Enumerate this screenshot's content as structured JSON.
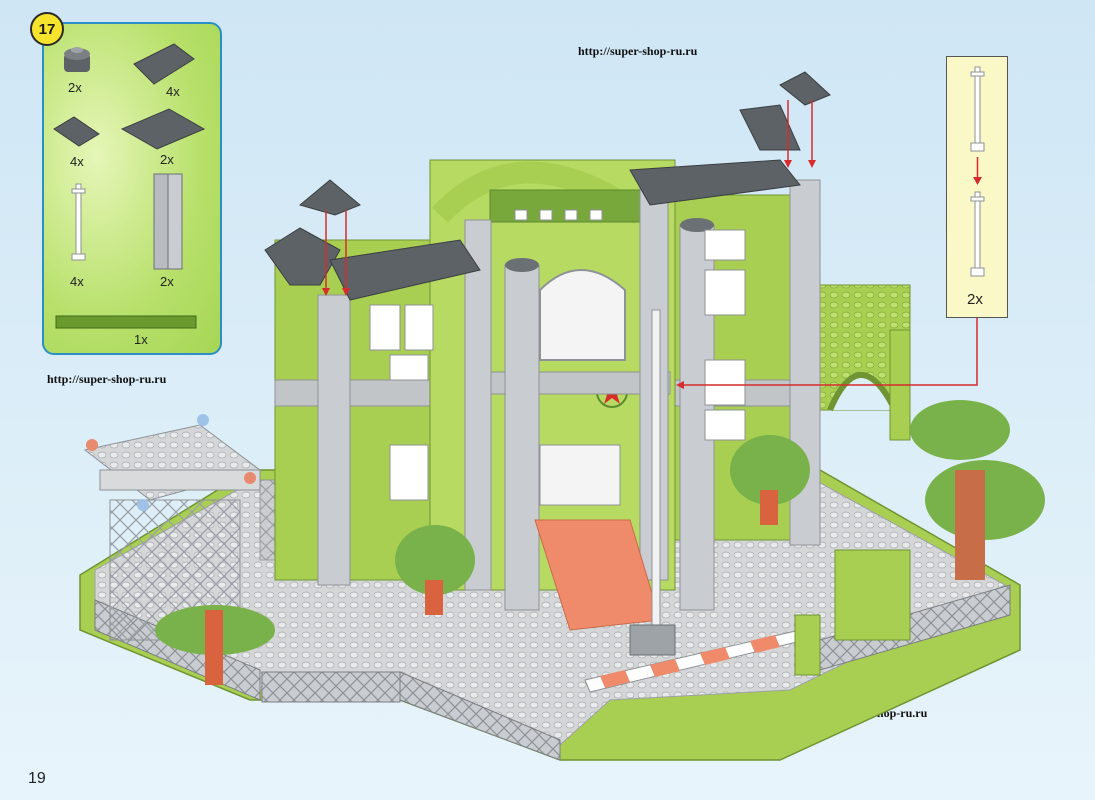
{
  "step": {
    "number": "17"
  },
  "parts": [
    {
      "name": "round-brick-icon",
      "qty": "2x"
    },
    {
      "name": "slope-brick-large-icon",
      "qty": "4x"
    },
    {
      "name": "slope-brick-small-icon",
      "qty": "4x"
    },
    {
      "name": "slope-brick-long-icon",
      "qty": "2x"
    },
    {
      "name": "pole-icon",
      "qty": "4x"
    },
    {
      "name": "column-brick-icon",
      "qty": "2x"
    },
    {
      "name": "green-plate-icon",
      "qty": "1x"
    }
  ],
  "callout": {
    "qty": "2x"
  },
  "watermarks": [
    "http://super-shop-ru.ru",
    "http://super-shop-ru.ru",
    "http://super-shop-ru.ru"
  ],
  "page": {
    "number": "19"
  },
  "colors": {
    "lime": "#a9cf52",
    "lime_dark": "#7fa83a",
    "grey_light": "#d4d6d8",
    "grey_mid": "#b8bcc0",
    "grey_dark": "#5d6266",
    "red_arrow": "#d62c2c",
    "stair": "#ef8a6a"
  }
}
